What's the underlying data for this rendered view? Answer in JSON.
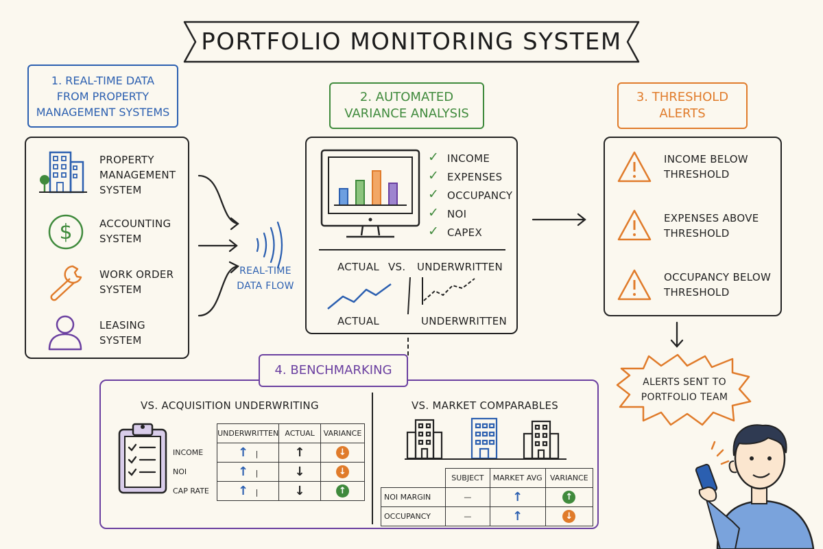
{
  "title": "PORTFOLIO MONITORING SYSTEM",
  "colors": {
    "blue": "#2b5fb0",
    "green": "#3f8a3c",
    "orange": "#e07b2a",
    "purple": "#6a3fa0",
    "ink": "#222222"
  },
  "section1": {
    "header": "1. REAL-TIME DATA\nFROM PROPERTY\nMANAGEMENT SYSTEMS",
    "items": [
      {
        "icon": "building-icon",
        "label": "PROPERTY\nMANAGEMENT\nSYSTEM"
      },
      {
        "icon": "dollar-icon",
        "label": "ACCOUNTING\nSYSTEM"
      },
      {
        "icon": "wrench-icon",
        "label": "WORK ORDER\nSYSTEM"
      },
      {
        "icon": "person-icon",
        "label": "LEASING\nSYSTEM"
      }
    ],
    "flow_label": "REAL-TIME\nDATA FLOW"
  },
  "section2": {
    "header": "2. AUTOMATED\nVARIANCE ANALYSIS",
    "checks": [
      "INCOME",
      "EXPENSES",
      "OCCUPANCY",
      "NOI",
      "CAPEX"
    ],
    "compare_left": "ACTUAL",
    "compare_vs": "VS.",
    "compare_right": "UNDERWRITTEN",
    "line_left": "ACTUAL",
    "line_right": "UNDERWRITTEN"
  },
  "section3": {
    "header": "3. THRESHOLD\nALERTS",
    "alerts": [
      "INCOME BELOW\nTHRESHOLD",
      "EXPENSES ABOVE\nTHRESHOLD",
      "OCCUPANCY BELOW\nTHRESHOLD"
    ],
    "burst": "ALERTS SENT TO\nPORTFOLIO TEAM"
  },
  "section4": {
    "header": "4. BENCHMARKING",
    "left_title": "VS. ACQUISITION UNDERWRITING",
    "left_table": {
      "columns": [
        "UNDERWRITTEN",
        "ACTUAL",
        "VARIANCE"
      ],
      "rows": [
        {
          "label": "INCOME",
          "variance": "down"
        },
        {
          "label": "NOI",
          "variance": "down"
        },
        {
          "label": "CAP RATE",
          "variance": "up"
        }
      ]
    },
    "right_title": "VS. MARKET COMPARABLES",
    "right_table": {
      "columns": [
        "SUBJECT",
        "MARKET AVG",
        "VARIANCE"
      ],
      "rows": [
        {
          "label": "NOI MARGIN",
          "variance": "up"
        },
        {
          "label": "OCCUPANCY",
          "variance": "down"
        }
      ]
    }
  }
}
